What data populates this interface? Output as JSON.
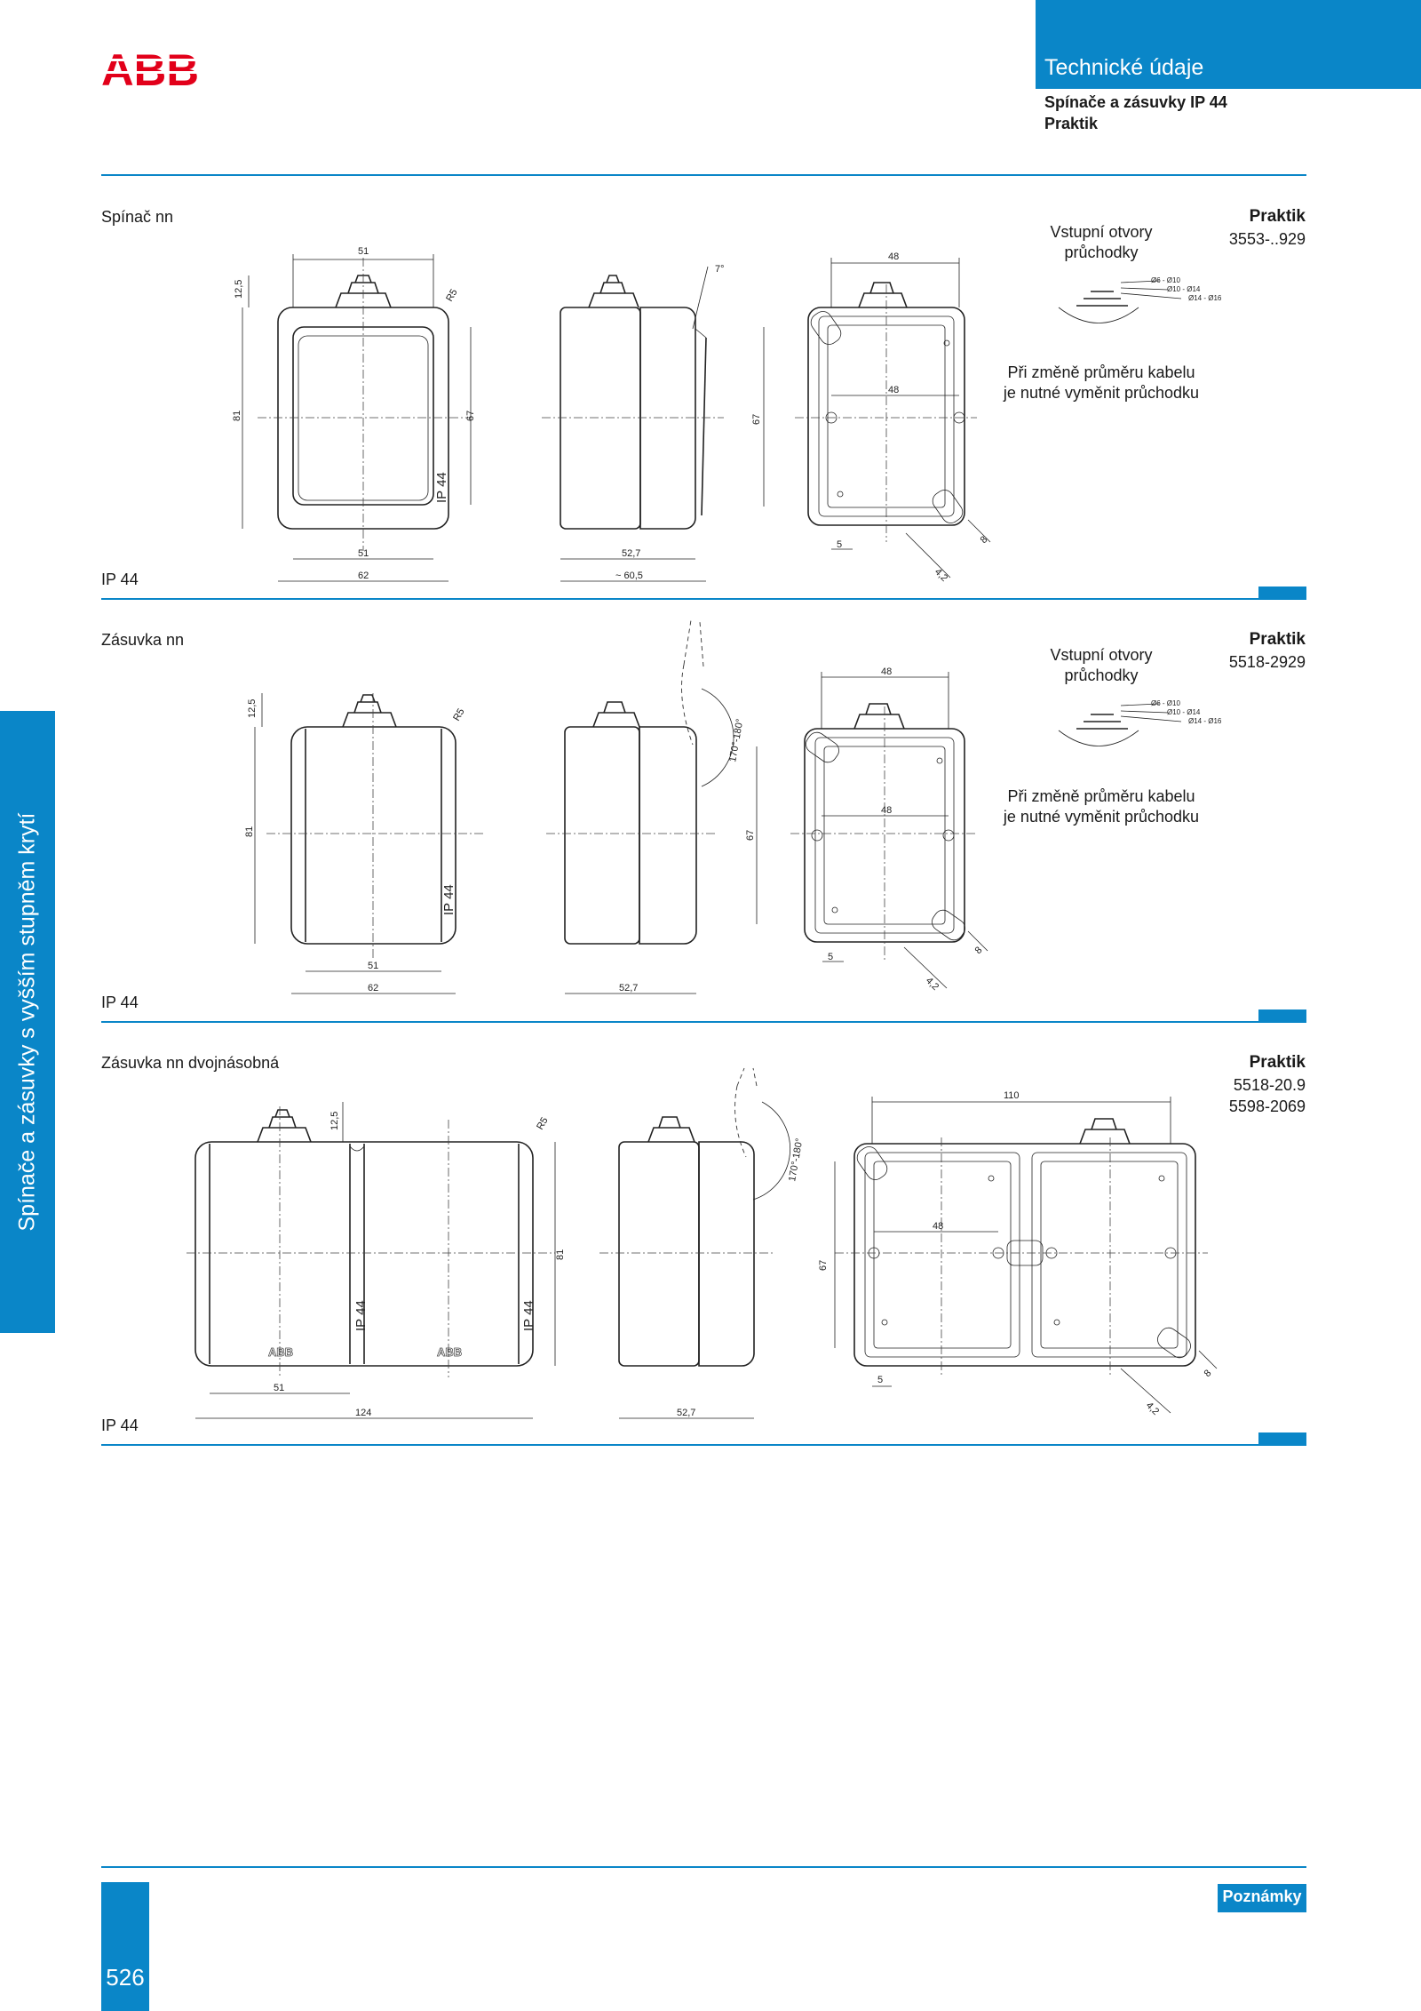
{
  "brand": {
    "logo_text": "ABB",
    "logo_color": "#e2001a"
  },
  "accent_color": "#0a86c8",
  "header": {
    "title": "Technické údaje",
    "subtitle_line1": "Spínače a zásuvky IP 44",
    "subtitle_line2": "Praktik"
  },
  "side_tab": "Spínače a zásuvky s vyšším stupněm krytí",
  "sections": [
    {
      "title": "Spínač nn",
      "ip": "IP 44",
      "product": "Praktik",
      "codes": [
        "3553-..929"
      ],
      "note_entry_line1": "Vstupní otvory",
      "note_entry_line2": "průchodky",
      "note_change_line1": "Při změně průměru kabelu",
      "note_change_line2": "je nutné vyměnit průchodku",
      "front": {
        "top_w": "51",
        "h": "81",
        "top": "12,5",
        "radius": "R5",
        "inner_h": "67",
        "bottom_inner": "51",
        "bottom_outer": "62",
        "marking": "IP 44"
      },
      "side": {
        "angle": "7°",
        "depth": "52,7",
        "total": "~ 60,5"
      },
      "back": {
        "width": "48",
        "inner_w": "48",
        "h": "67",
        "d1": "5",
        "d2": "8",
        "d3": "4,2"
      },
      "gland": {
        "d1": "Ø6 - Ø10",
        "d2": "Ø10 - Ø14",
        "d3": "Ø14 - Ø16"
      }
    },
    {
      "title": "Zásuvka nn",
      "ip": "IP 44",
      "product": "Praktik",
      "codes": [
        "5518-2929"
      ],
      "note_entry_line1": "Vstupní otvory",
      "note_entry_line2": "průchodky",
      "note_change_line1": "Při změně průměru kabelu",
      "note_change_line2": "je nutné vyměnit průchodku",
      "front": {
        "top": "12,5",
        "h": "81",
        "radius": "R5",
        "bottom_inner": "51",
        "bottom_outer": "62",
        "marking": "IP 44"
      },
      "side": {
        "angle": "170°-180°",
        "depth": "52,7"
      },
      "back": {
        "width": "48",
        "inner_w": "48",
        "h": "67",
        "d1": "5",
        "d2": "8",
        "d3": "4,2"
      },
      "gland": {
        "d1": "Ø6 - Ø10",
        "d2": "Ø10 - Ø14",
        "d3": "Ø14 - Ø16"
      }
    },
    {
      "title": "Zásuvka nn dvojnásobná",
      "ip": "IP 44",
      "product": "Praktik",
      "codes": [
        "5518-20.9",
        "5598-2069"
      ],
      "front": {
        "top": "12,5",
        "h": "81",
        "radius": "R5",
        "bottom_inner": "51",
        "bottom_outer": "124",
        "marking": "IP 44",
        "mini_logo": "ABB"
      },
      "side": {
        "angle": "170°-180°",
        "depth": "52,7"
      },
      "back": {
        "width": "110",
        "inner_w": "48",
        "h": "67",
        "d1": "5",
        "d2": "8",
        "d3": "4,2"
      }
    }
  ],
  "footer": {
    "notes_label": "Poznámky",
    "page_number": "526"
  }
}
